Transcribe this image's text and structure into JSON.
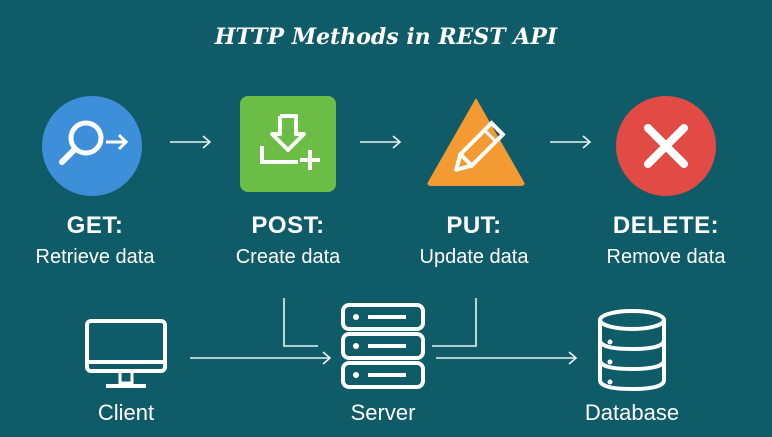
{
  "title": "HTTP Methods in REST API",
  "methods": [
    {
      "name": "GET:",
      "description": "Retrieve data",
      "icon": "magnifier-arrow-icon",
      "color": "#3d8fd9"
    },
    {
      "name": "POST:",
      "description": "Create data",
      "icon": "download-plus-icon",
      "color": "#6cbd45"
    },
    {
      "name": "PUT:",
      "description": "Update data",
      "icon": "pencil-icon",
      "color": "#f39a33"
    },
    {
      "name": "DELETE:",
      "description": "Remove data",
      "icon": "x-icon",
      "color": "#e24a45"
    }
  ],
  "architecture": {
    "client": "Client",
    "server": "Server",
    "database": "Database"
  }
}
